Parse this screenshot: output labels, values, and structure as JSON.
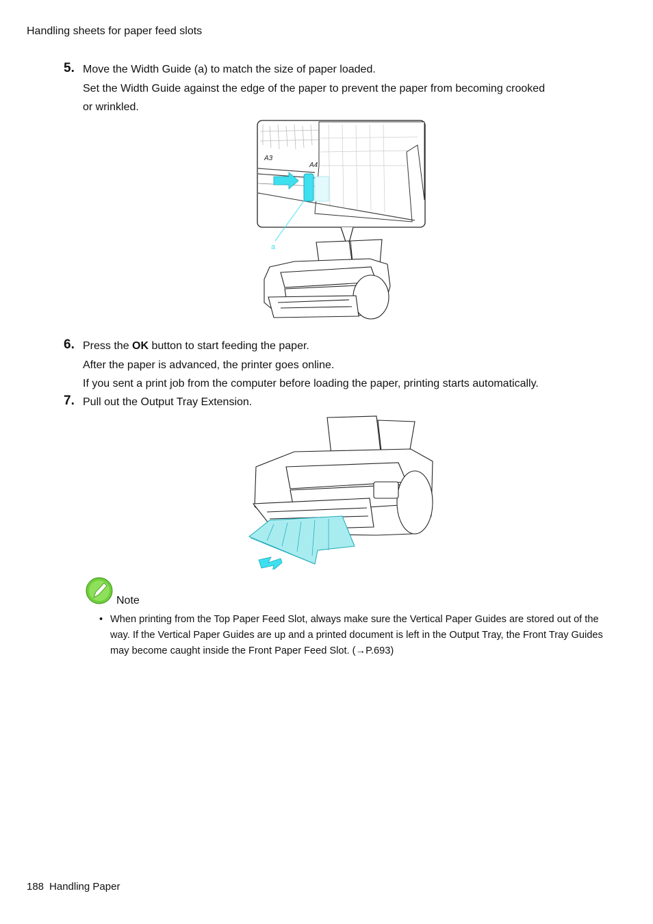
{
  "header": {
    "title": "Handling sheets for paper feed slots"
  },
  "steps": [
    {
      "number": "5.",
      "lines": [
        "Move the Width Guide (a) to match the size of paper loaded.",
        "Set the Width Guide against the edge of the paper to prevent the paper from becoming crooked",
        "or wrinkled."
      ]
    },
    {
      "number": "6.",
      "line1_prefix": "Press the ",
      "line1_bold": "OK",
      "line1_suffix": " button to start feeding the paper.",
      "lines": [
        "After the paper is advanced, the printer goes online.",
        "If you sent a print job from the computer before loading the paper, printing starts automatically."
      ]
    },
    {
      "number": "7.",
      "lines": [
        "Pull out the Output Tray Extension."
      ]
    }
  ],
  "illustration1": {
    "label_a3": "A3",
    "label_a4": "A4",
    "callout_label": "a"
  },
  "note": {
    "title": "Note",
    "bullet": "•",
    "text": "When printing from the Top Paper Feed Slot, always make sure the Vertical Paper Guides are stored out of the way.  If the Vertical Paper Guides are up and a printed document is left in the Output Tray, the Front Tray Guides may become caught inside the Front Paper Feed Slot.  (→P.693)"
  },
  "footer": {
    "page_number": "188",
    "section": "Handling Paper"
  },
  "colors": {
    "accent_cyan": "#3ee0f0",
    "tray_cyan": "#a8ecf0",
    "note_green": "#6fcf3a"
  }
}
